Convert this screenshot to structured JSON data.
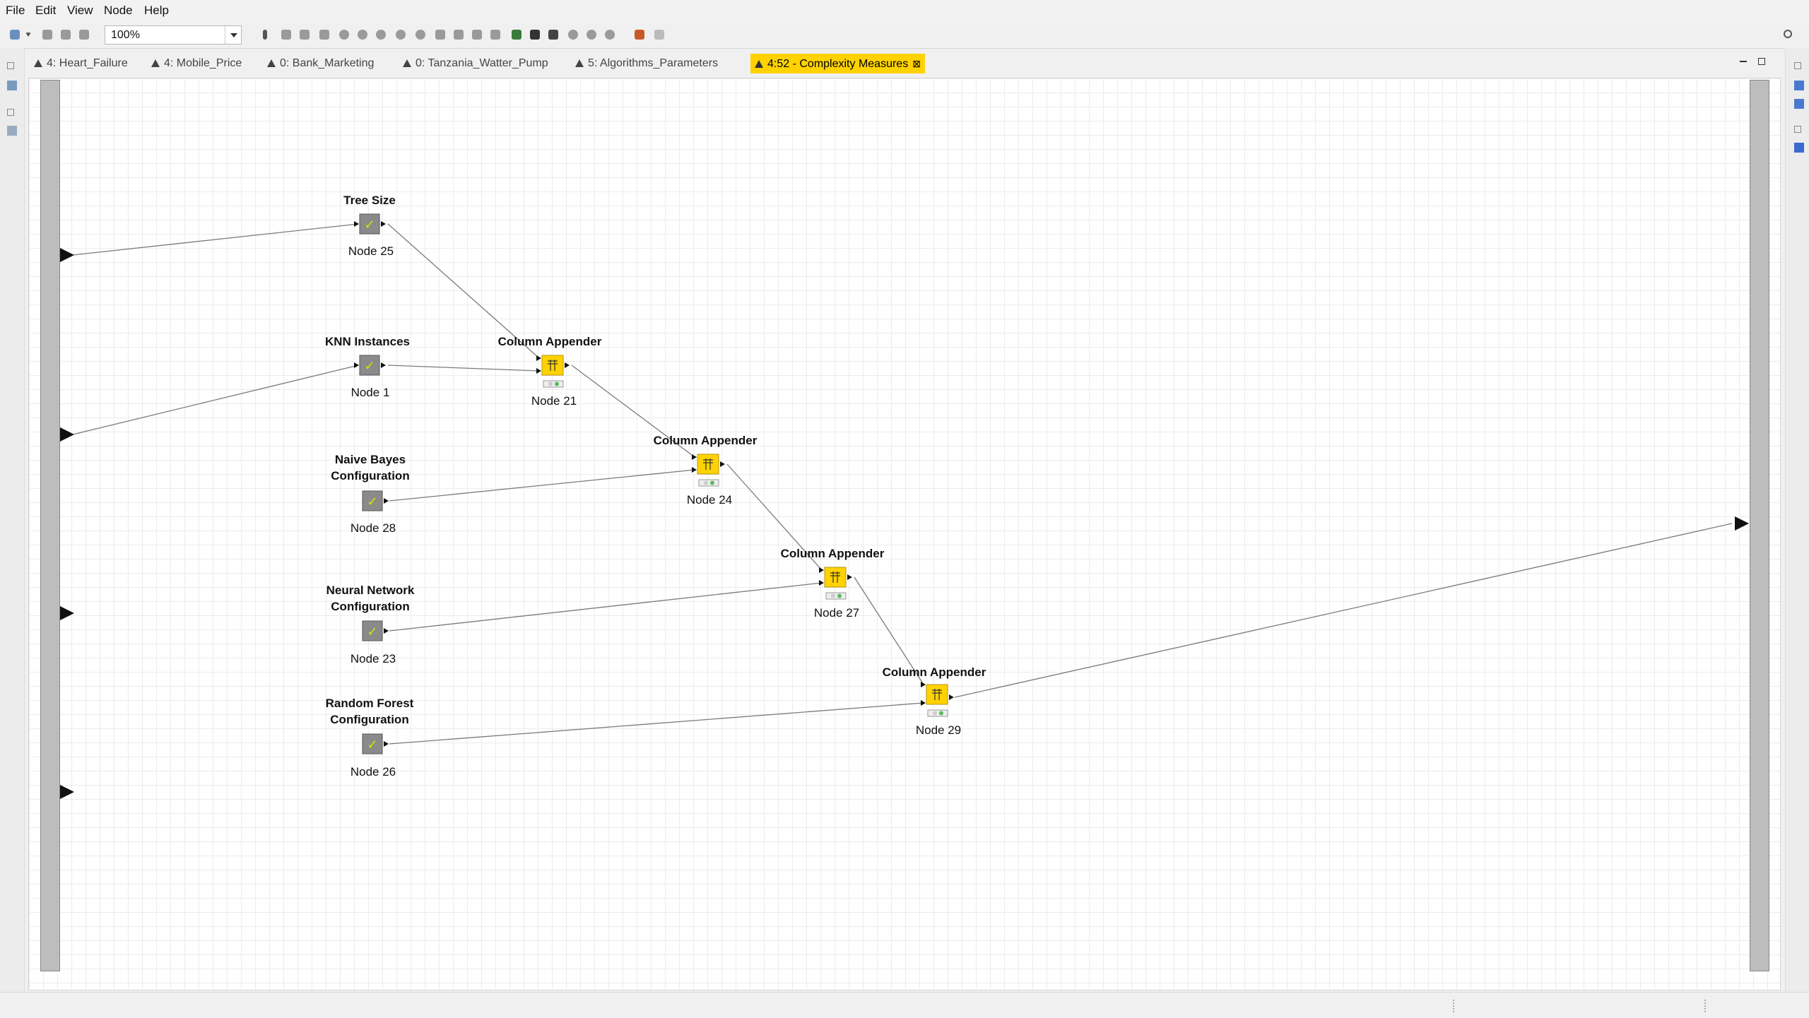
{
  "menu": {
    "file": "File",
    "edit": "Edit",
    "view": "View",
    "node": "Node",
    "help": "Help"
  },
  "toolbar": {
    "zoom_value": "100%"
  },
  "tabs": [
    {
      "label": "4: Heart_Failure",
      "active": false
    },
    {
      "label": "4: Mobile_Price",
      "active": false
    },
    {
      "label": "0: Bank_Marketing",
      "active": false
    },
    {
      "label": "0: Tanzania_Watter_Pump",
      "active": false
    },
    {
      "label": "5: Algorithms_Parameters",
      "active": false
    },
    {
      "label": "4:52 - Complexity Measures",
      "active": true
    }
  ],
  "nodes": {
    "tree_size": {
      "title": "Tree Size",
      "id": "Node 25"
    },
    "knn": {
      "title": "KNN Instances",
      "id": "Node 1"
    },
    "naive_bayes": {
      "title_line1": "Naive Bayes",
      "title_line2": "Configuration",
      "id": "Node 28"
    },
    "neural_net": {
      "title_line1": "Neural Network",
      "title_line2": "Configuration",
      "id": "Node 23"
    },
    "random_forest": {
      "title_line1": "Random Forest",
      "title_line2": "Configuration",
      "id": "Node 26"
    },
    "appender_21": {
      "title": "Column Appender",
      "id": "Node 21"
    },
    "appender_24": {
      "title": "Column Appender",
      "id": "Node 24"
    },
    "appender_27": {
      "title": "Column Appender",
      "id": "Node 27"
    },
    "appender_29": {
      "title": "Column Appender",
      "id": "Node 29"
    }
  },
  "colors": {
    "accent": "#ffd200",
    "node_gray": "#8a8a8a",
    "status_green": "#5cb85c",
    "check": "#d6e600"
  }
}
